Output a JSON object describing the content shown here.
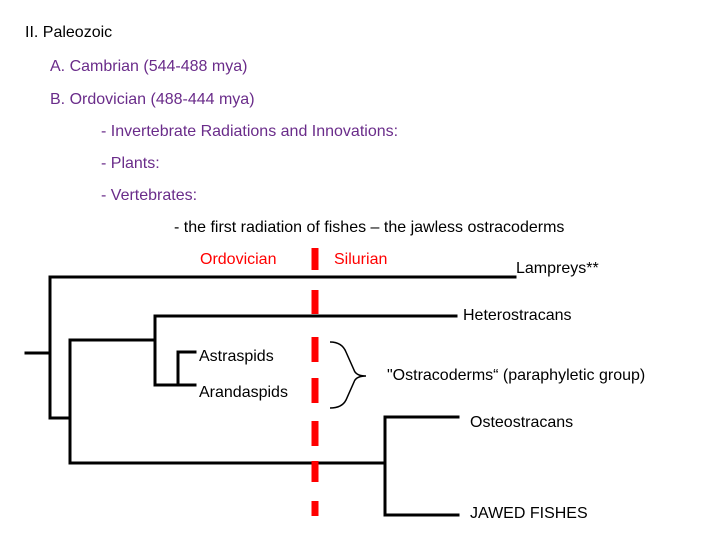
{
  "outline": {
    "era": "II. Paleozoic",
    "cambrian": "A. Cambrian (544-488 mya)",
    "ordovician": "B. Ordovician (488-444 mya)",
    "invertebrates": "- Invertebrate Radiations and Innovations:",
    "plants": "- Plants:",
    "vertebrates": "- Vertebrates:",
    "fishes": "- the first radiation of fishes – the jawless ostracoderms"
  },
  "periods": {
    "left": "Ordovician",
    "right": "Silurian"
  },
  "taxa": {
    "lampreys": "Lampreys**",
    "heterostracans": "Heterostracans",
    "astraspids": "Astraspids",
    "arandaspids": "Arandaspids",
    "osteostracans": "Osteostracans",
    "jawed": "JAWED FISHES"
  },
  "group_label": "\"Ostracoderms“ (paraphyletic group)",
  "colors": {
    "outline_text": "#6a2c8a",
    "period_text": "#ff0000",
    "boundary_line": "#ff0000",
    "tree_lines": "#000000"
  }
}
